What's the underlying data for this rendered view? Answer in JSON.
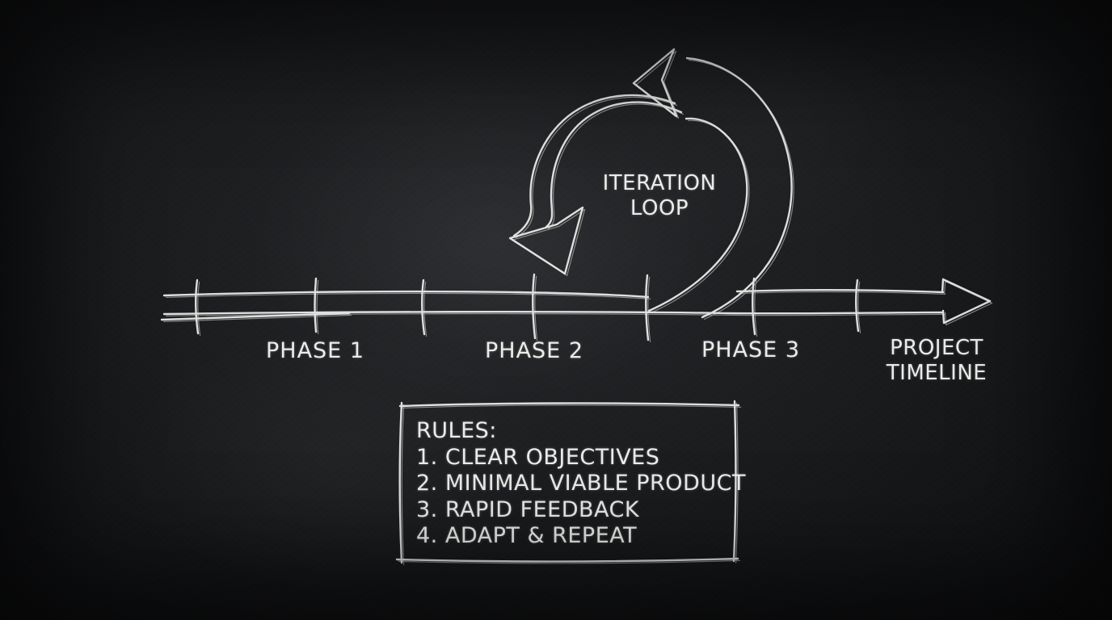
{
  "board": {
    "chalk_color": "#ebecea",
    "background_center": "#26272a",
    "background_edge": "#0b0b0d"
  },
  "loop": {
    "label": [
      "ITERATION",
      "LOOP"
    ]
  },
  "timeline": {
    "phases": [
      "PHASE 1",
      "PHASE 2",
      "PHASE 3"
    ],
    "end_label": [
      "PROJECT",
      "TIMELINE"
    ],
    "tick_count": 7,
    "direction": "left-to-right arrow"
  },
  "rules": {
    "heading": "RULES:",
    "items": [
      "1. CLEAR OBJECTIVES",
      "2. MINIMAL VIABLE PRODUCT",
      "3. RAPID FEEDBACK",
      "4. ADAPT & REPEAT"
    ]
  }
}
